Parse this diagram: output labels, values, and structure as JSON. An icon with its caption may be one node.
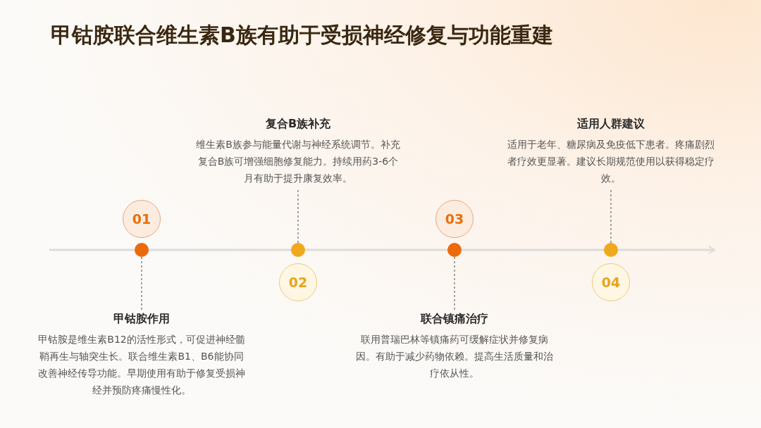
{
  "diagram": {
    "title": "甲钴胺联合维生素B族有助于受损神经修复与功能重建",
    "nodes": [
      {
        "text": [
          "01"
        ]
      },
      {
        "text": [
          "02"
        ]
      },
      {
        "text": [
          "03"
        ]
      },
      {
        "text": [
          "04"
        ]
      },
      {
        "text": [],
        "shape": "circle"
      },
      {
        "text": [],
        "shape": "circle"
      },
      {
        "text": [],
        "shape": "circle"
      },
      {
        "text": [],
        "shape": "circle"
      },
      {
        "text": [
          "甲钴胺作用",
          "甲钴胺是维生素B12的活性形式，可促进神经髓鞘再生与轴突生长。联合维生素B1、B6能协同改善神经传导功能。早期使用有助于修复受损神经并预防疼痛慢性化。"
        ]
      },
      {
        "text": [
          "复合B族补充",
          "维生素B族参与能量代谢与神经系统调节。补充复合B族可增强细胞修复能力。持续用药3-6个月有助于提升康复效率。"
        ]
      },
      {
        "text": [
          "联合镇痛治疗",
          "联用普瑞巴林等镇痛药可缓解症状并修复病因。有助于减少药物依赖。提高生活质量和治疗依从性。"
        ]
      },
      {
        "text": [
          "适用人群建议",
          "适用于老年、糖尿病及免疫低下患者。疼痛剧烈者疗效更显著。建议长期规范使用以获得稳定疗效。"
        ]
      }
    ],
    "edges": [
      {
        "from": 4,
        "to": 8,
        "arrow": "none",
        "style": "dashed"
      },
      {
        "from": 5,
        "to": 9,
        "arrow": "none",
        "style": "dashed"
      },
      {
        "from": 6,
        "to": 10,
        "arrow": "none",
        "style": "dashed"
      },
      {
        "from": 7,
        "to": 11,
        "arrow": "none",
        "style": "dashed"
      }
    ]
  }
}
